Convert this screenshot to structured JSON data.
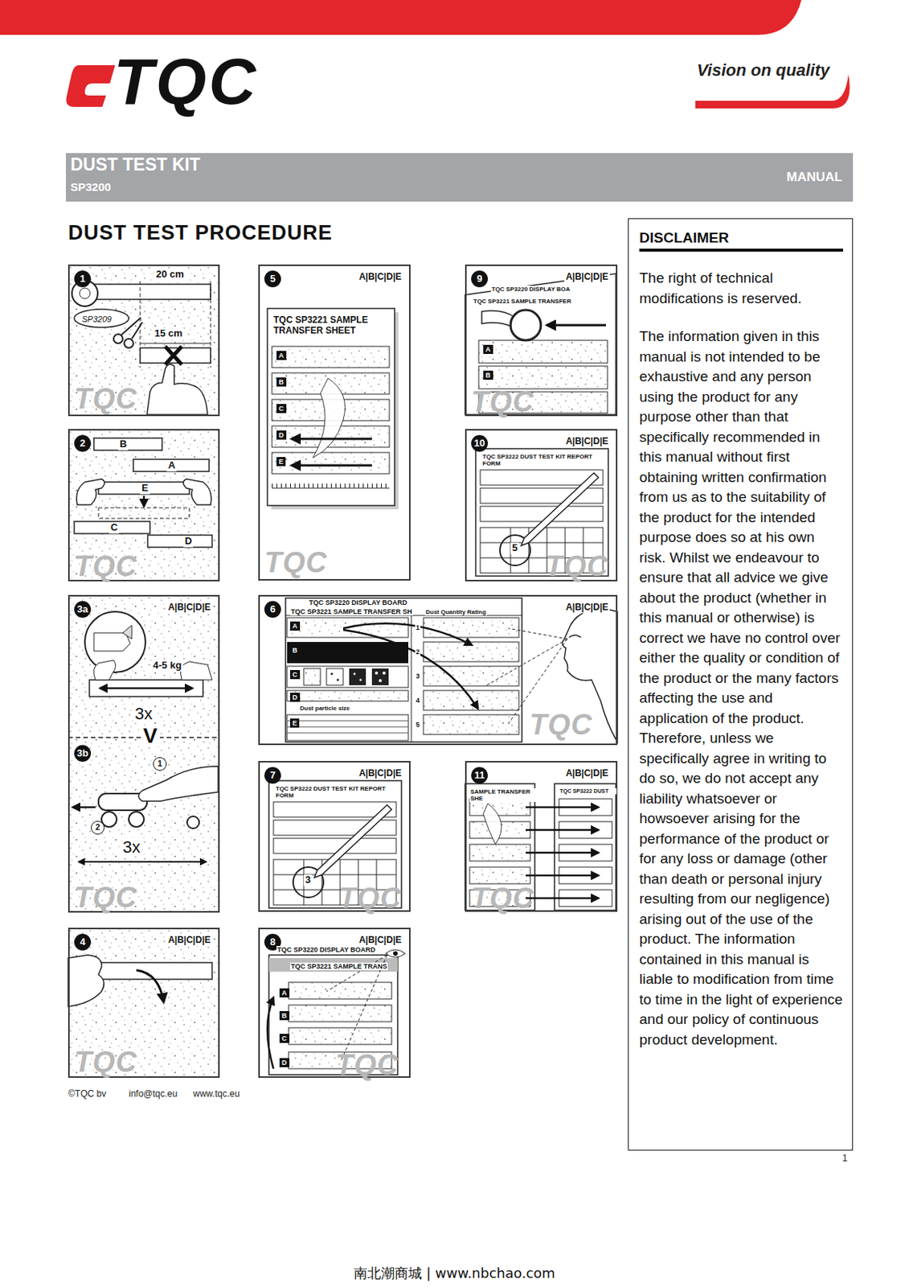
{
  "diagram": {
    "title": "DUST TEST PROCEDURE",
    "nodes": [
      {
        "text": [
          "DUST TEST KIT",
          "SP3200",
          "MANUAL"
        ]
      },
      {
        "text": [
          "1",
          "20 cm",
          "SP3209",
          "15 cm",
          "TQC"
        ]
      },
      {
        "text": [
          "2",
          "B",
          "A",
          "E",
          "C",
          "D",
          "TQC"
        ]
      },
      {
        "text": [
          "3a",
          "A|B|C|D|E",
          "4-5 kg",
          "3x",
          "V",
          "3b",
          "1",
          "2",
          "3x",
          "TQC"
        ]
      },
      {
        "text": [
          "4",
          "A|B|C|D|E",
          "TQC"
        ]
      },
      {
        "text": [
          "5",
          "A|B|C|D|E",
          "TQC SP3221 SAMPLE TRANSFER SHEET",
          "A",
          "B",
          "C",
          "D",
          "E",
          "TQC"
        ]
      },
      {
        "text": [
          "6",
          "A|B|C|D|E",
          "TQC SP3220 DISPLAY BOARD",
          "TQC SP3221 SAMPLE TRANSFER SH",
          "Dust Quantity Rating",
          "A",
          "B",
          "C",
          "D",
          "E",
          "1",
          "2",
          "3",
          "4",
          "5",
          "Dust particle size",
          "TQC"
        ]
      },
      {
        "text": [
          "7",
          "A|B|C|D|E",
          "TQC SP3222 DUST TEST KIT REPORT FORM",
          "3",
          "TQC"
        ]
      },
      {
        "text": [
          "8",
          "A|B|C|D|E",
          "TQC SP3220 DISPLAY BOARD",
          "TQC SP3221 SAMPLE TRANS",
          "A",
          "B",
          "C",
          "D",
          "TQC"
        ]
      },
      {
        "text": [
          "9",
          "A|B|C|D|E",
          "TQC SP3220 DISPLAY BOA",
          "TQC SP3221 SAMPLE TRANSFER",
          "A",
          "B",
          "TQC"
        ]
      },
      {
        "text": [
          "10",
          "A|B|C|D|E",
          "TQC SP3222 DUST TEST KIT REPORT FORM",
          "5",
          "TQC"
        ]
      },
      {
        "text": [
          "11",
          "A|B|C|D|E",
          "SAMPLE TRANSFER SHE",
          "TQC SP3222 DUST",
          "TQC"
        ]
      },
      {
        "text": [
          "DISCLAIMER",
          "The right of technical modifications is reserved.",
          "The information given in this manual is not intended to be exhaustive and any person using the product for any purpose other than that specifically recommended in this manual without first obtaining written confirmation from us as to the suitability of the product for the intended purpose does so at his own risk. Whilst we endeavour to ensure that all advice we give about the product (whether in this manual or otherwise) is correct we have no control over either the quality or condition of the product or the many factors affecting the use and application of the product. Therefore, unless we specifically agree in writing to do so, we do not accept any liability whatsoever or howsoever arising for the performance of the product or for any loss or damage (other than death or personal injury resulting from our negligence) arising out of the use of the product. The information contained in this manual is liable to modification from time to time in the light of experience and our policy of continuous product development."
        ]
      }
    ],
    "labels": [
      "TQC",
      "Vision on quality",
      "©TQC bv",
      "info@tqc.eu",
      "www.tqc.eu",
      "1",
      "南北潮商城 | www.nbchao.com"
    ]
  }
}
